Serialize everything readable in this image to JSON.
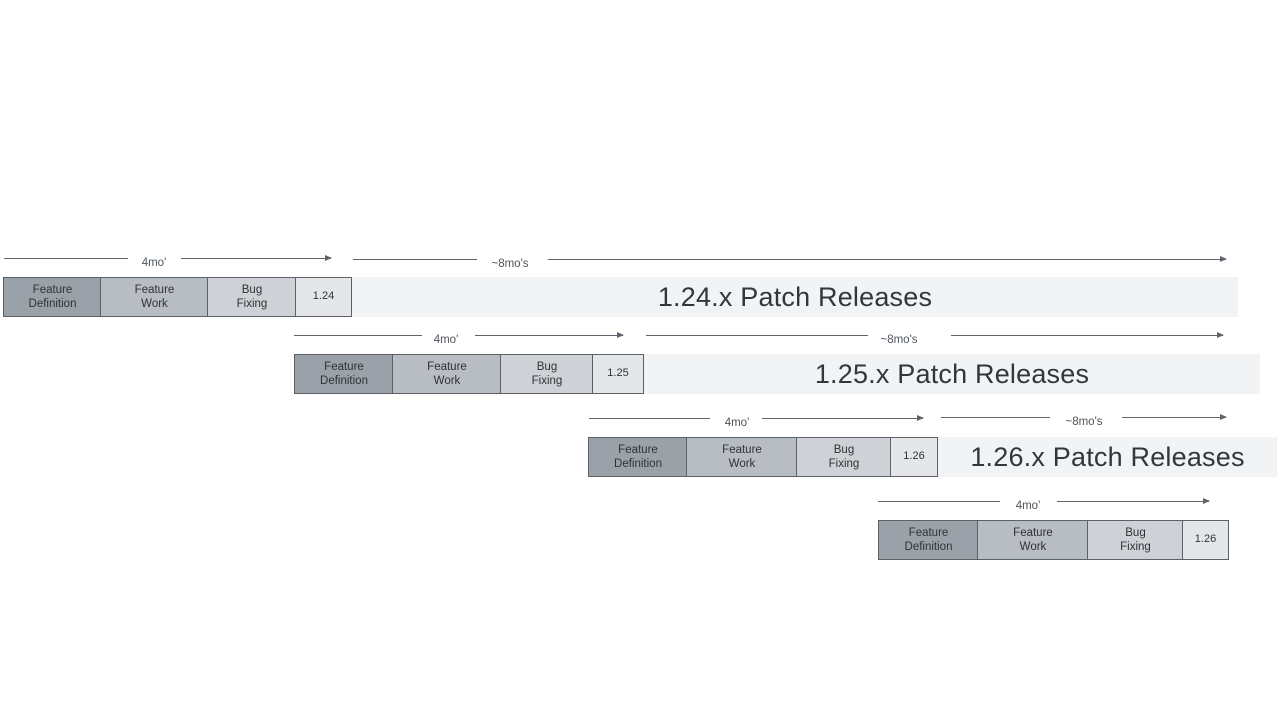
{
  "diagram": {
    "type": "release-cadence-timeline",
    "labels": {
      "four_mo": "4mo'",
      "eight_mo": "~8mo's",
      "feature_definition": "Feature\nDefinition",
      "feature_work": "Feature\nWork",
      "bug_fixing": "Bug\nFixing"
    },
    "rows": [
      {
        "version": "1.24",
        "patch_label": "1.24.x Patch Releases"
      },
      {
        "version": "1.25",
        "patch_label": "1.25.x Patch Releases"
      },
      {
        "version": "1.26",
        "patch_label": "1.26.x Patch Releases"
      },
      {
        "version": "1.26"
      }
    ],
    "colors": {
      "feature_definition_fill": "#9aa1a9",
      "feature_work_fill": "#b7bdc3",
      "bug_fixing_fill": "#ced2d6",
      "version_fill": "#e4e6e9",
      "patch_bar_fill": "#f1f3f4",
      "box_border": "#5c6165",
      "arrow": "#5f656c",
      "box_text": "#2f3337",
      "patch_text": "#33373b",
      "arrow_label_text": "#4e545a"
    }
  }
}
